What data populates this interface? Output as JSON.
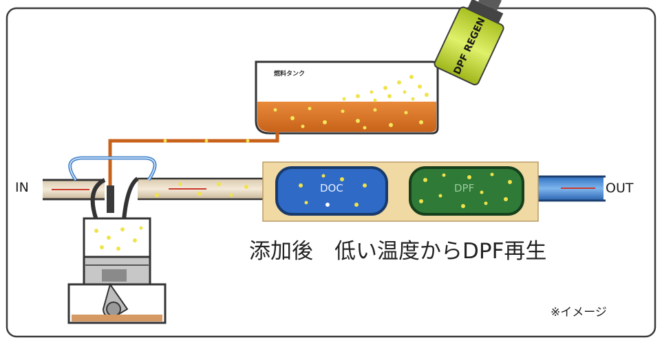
{
  "labels": {
    "in": "IN",
    "out": "OUT",
    "tank": "燃料タンク",
    "doc": "DOC",
    "dpf": "DPF",
    "caption": "添加後　低い温度からDPF再生",
    "note": "※イメージ"
  },
  "can_text": "DPF REGEN"
}
